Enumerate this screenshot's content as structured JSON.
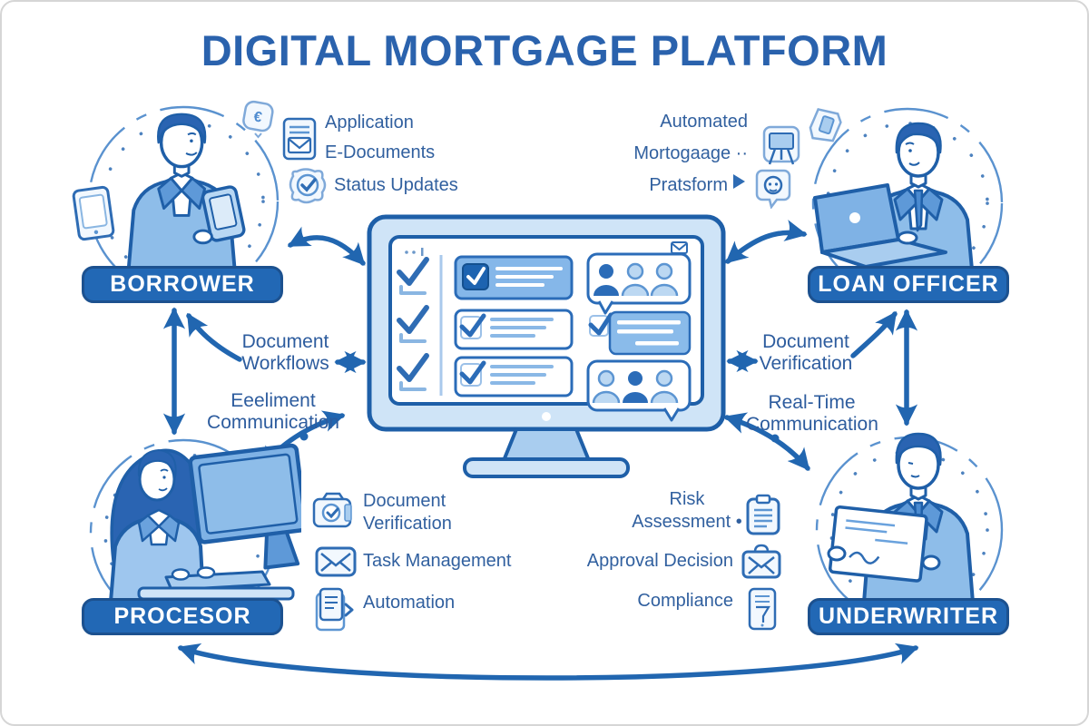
{
  "title": "DIGITAL MORTGAGE PLATFORM",
  "palette": {
    "arrow_blue": "#2166b0",
    "outline_blue": "#1f5fa8",
    "pill_blue": "#2268b5",
    "pill_border": "#1c518f",
    "light_blue": "#cfe4f7",
    "mid_blue": "#7fb2e5",
    "hair_blue": "#2a64b2",
    "text_blue": "#31609f",
    "title_blue": "#2a62ad"
  },
  "personas": {
    "borrower": {
      "label": "BORROWER",
      "features": [
        "Application",
        "E-Documents",
        "Status Updates"
      ]
    },
    "loan_officer": {
      "label": "LOAN OFFICER",
      "features": [
        "Automated",
        "Mortogaage ··",
        "Pratsform"
      ]
    },
    "processor": {
      "label": "PROCESOR",
      "features": [
        "Document\nVerification",
        "Task Management",
        "Automation"
      ]
    },
    "underwriter": {
      "label": "UNDERWRITER",
      "features": [
        "Risk\nAssessment •",
        "Approval Decision",
        "Compliance"
      ]
    }
  },
  "edge_labels": {
    "left_top": "Document\nWorkflows",
    "left_bottom": "Eeeliment\nCommunication",
    "right_top": "Document\nVerification",
    "right_bottom": "Real-Time\nCommunication"
  },
  "icons": {
    "borrower": [
      "euro-badge-icon",
      "e-documents-icon",
      "status-stamp-icon",
      "tablet-icon"
    ],
    "loan_officer": [
      "crumpled-note-icon",
      "presentation-board-icon",
      "arrow-right-icon",
      "robot-chat-icon"
    ],
    "processor": [
      "camera-check-icon",
      "mail-task-icon",
      "clipboard-automation-icon"
    ],
    "underwriter": [
      "clipboard-list-icon",
      "briefcase-mail-icon",
      "compliance-doc-icon"
    ],
    "center": [
      "monitor-icon",
      "checklist-icon",
      "chat-bubble-icon",
      "people-icon",
      "envelope-icon"
    ]
  }
}
